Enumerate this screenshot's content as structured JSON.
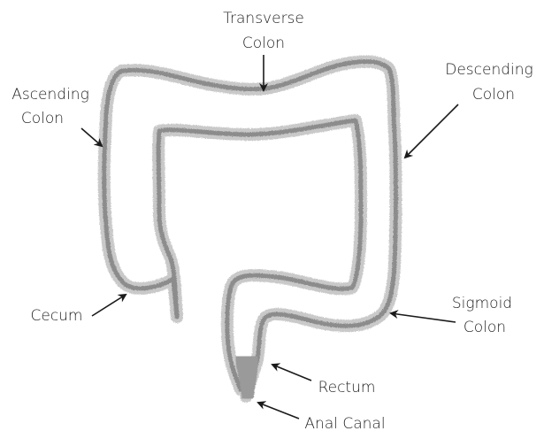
{
  "labels": {
    "transverse": [
      "Transverse",
      "Colon"
    ],
    "ascending": [
      "Ascending",
      "Colon"
    ],
    "descending": [
      "Descending",
      "Colon"
    ],
    "cecum": [
      "Cecum"
    ],
    "sigmoid": [
      "Sigmoid",
      "Colon"
    ],
    "rectum": [
      "Rectum"
    ],
    "anal_canal": [
      "Anal Canal"
    ]
  },
  "colors": {
    "colon_wall": "#8f8f8f",
    "colon_wall_halo": "#c4c4c4",
    "text": "#1f1f1f",
    "arrow": "#1a1a1a"
  }
}
